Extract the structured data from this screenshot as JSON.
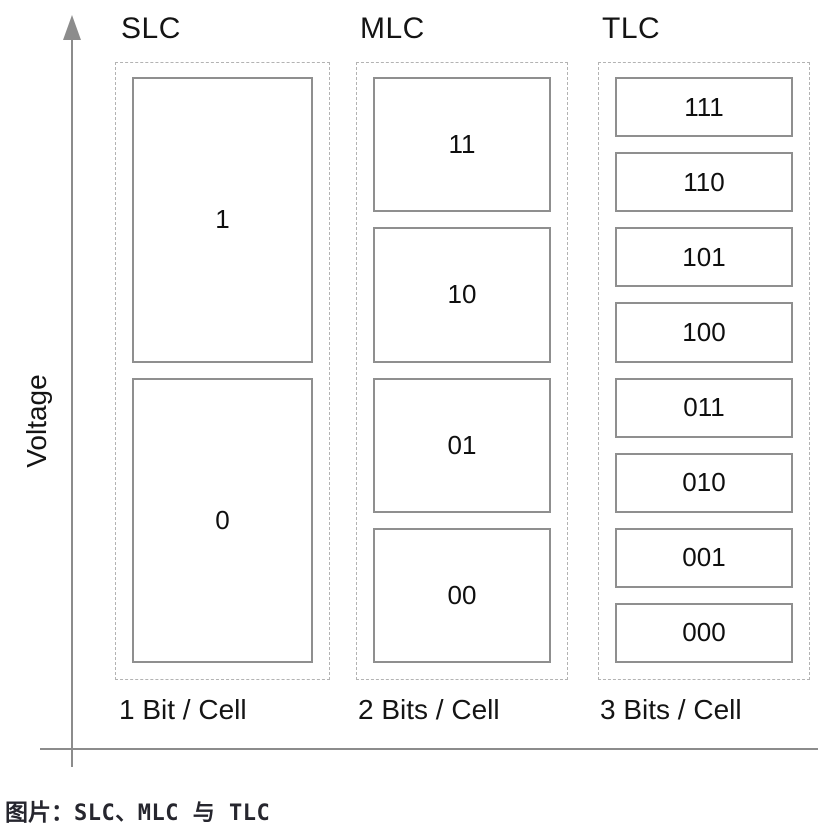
{
  "axis": {
    "y_label": "Voltage"
  },
  "columns": [
    {
      "id": "slc",
      "title": "SLC",
      "bits_label": "1 Bit / Cell",
      "cells": [
        "1",
        "0"
      ]
    },
    {
      "id": "mlc",
      "title": "MLC",
      "bits_label": "2 Bits / Cell",
      "cells": [
        "11",
        "10",
        "01",
        "00"
      ]
    },
    {
      "id": "tlc",
      "title": "TLC",
      "bits_label": "3 Bits / Cell",
      "cells": [
        "111",
        "110",
        "101",
        "100",
        "011",
        "010",
        "001",
        "000"
      ]
    }
  ],
  "caption": {
    "prefix": "图片：",
    "text": "SLC、MLC 与 TLC"
  },
  "colors": {
    "axis": "#8c8c8c",
    "cell_border": "#8f8f8f",
    "container_border": "#b3b3b3",
    "text": "#141414"
  }
}
